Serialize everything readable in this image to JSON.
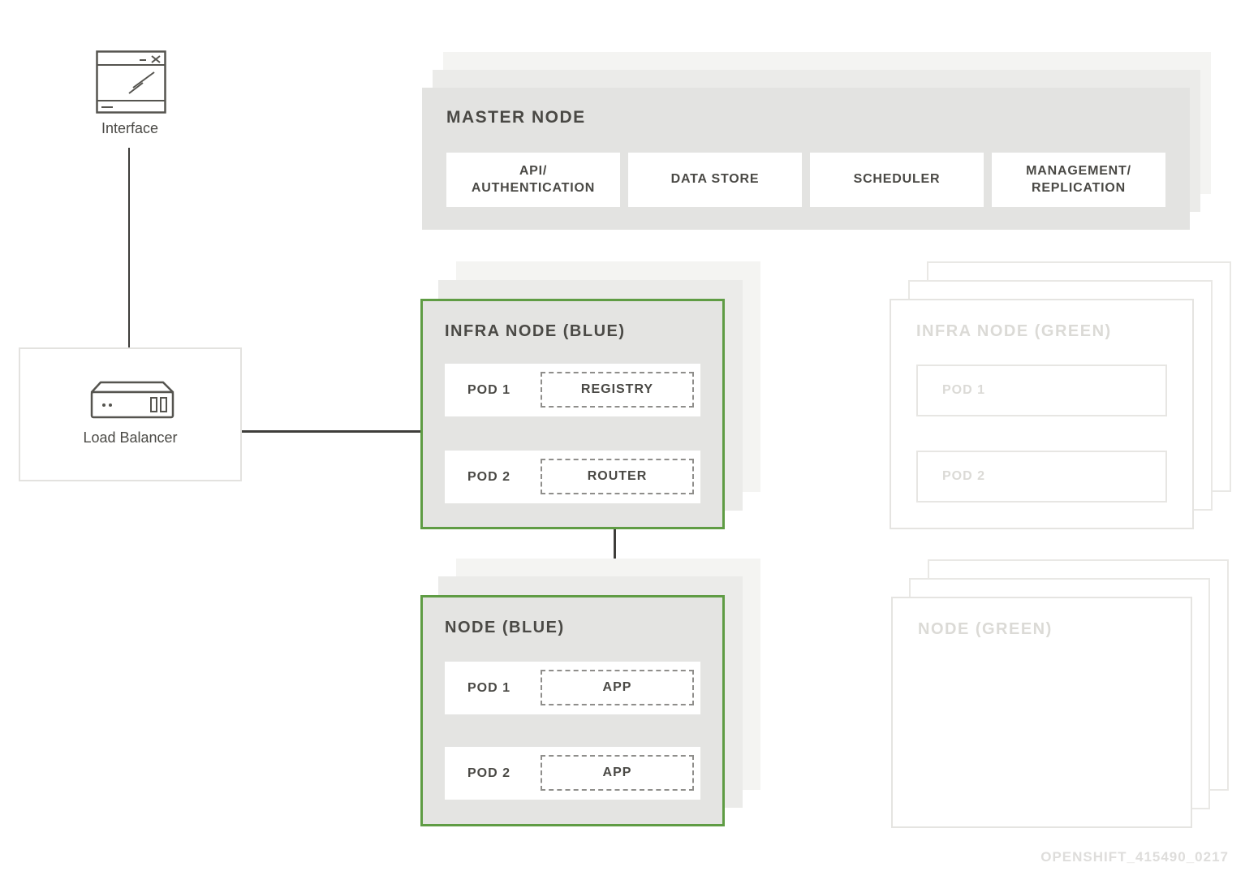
{
  "diagram": {
    "interface": {
      "label": "Interface"
    },
    "load_balancer": {
      "label": "Load Balancer"
    },
    "master_node": {
      "title": "MASTER NODE",
      "components": [
        "API/\nAUTHENTICATION",
        "DATA STORE",
        "SCHEDULER",
        "MANAGEMENT/\nREPLICATION"
      ]
    },
    "infra_node_blue": {
      "title": "INFRA NODE (BLUE)",
      "pods": [
        {
          "name": "POD 1",
          "service": "REGISTRY"
        },
        {
          "name": "POD 2",
          "service": "ROUTER"
        }
      ]
    },
    "node_blue": {
      "title": "NODE (BLUE)",
      "pods": [
        {
          "name": "POD 1",
          "service": "APP"
        },
        {
          "name": "POD 2",
          "service": "APP"
        }
      ]
    },
    "infra_node_green": {
      "title": "INFRA NODE (GREEN)",
      "pods": [
        {
          "name": "POD 1"
        },
        {
          "name": "POD 2"
        }
      ]
    },
    "node_green": {
      "title": "NODE (GREEN)"
    },
    "watermark": "OPENSHIFT_415490_0217",
    "colors": {
      "accent_green": "#5f9c44",
      "node_fill": "#e3e3e1",
      "connector_line": "#3e3d3a",
      "text_dark": "#4a4945",
      "faint_text": "#dbdad6"
    }
  }
}
